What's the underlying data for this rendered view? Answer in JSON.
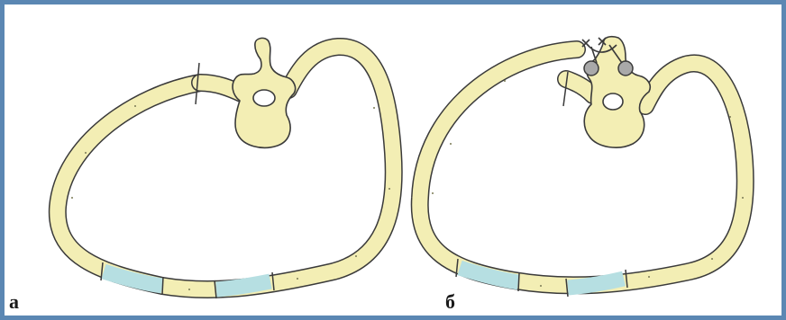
{
  "panels": [
    {
      "id": "a",
      "label": "а"
    },
    {
      "id": "b",
      "label": "б"
    }
  ],
  "colors": {
    "frame": "#5b87b3",
    "bone": "#f3eeb4",
    "outline": "#3a3a3a",
    "cartilage": "#b6dfe2",
    "implant": "#a9a9a9"
  }
}
